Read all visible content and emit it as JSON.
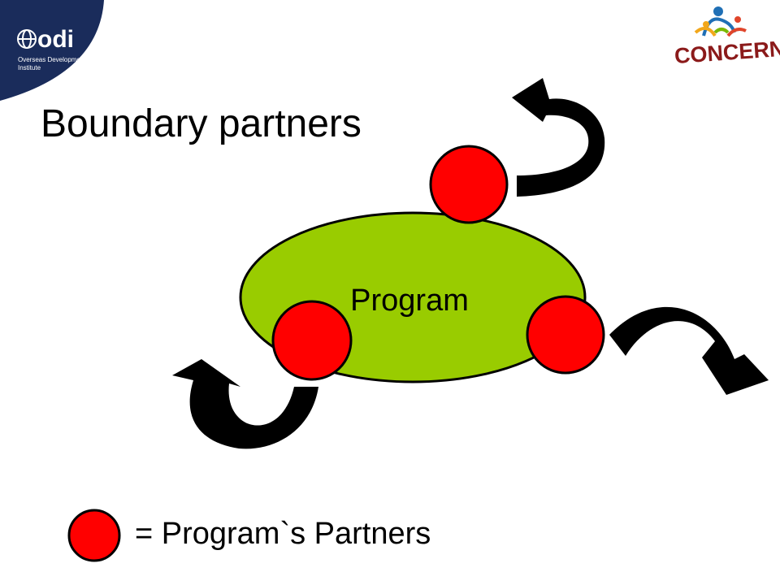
{
  "slide": {
    "title": "Boundary partners"
  },
  "odi_logo": {
    "mark": "odi",
    "line1": "Overseas Development",
    "line2": "Institute",
    "color": "#1a2c5b"
  },
  "concern_logo": {
    "text": "CONCERN",
    "color": "#8b1a1a"
  },
  "diagram": {
    "center_label": "Program",
    "center_color": "#99cc00",
    "partner_color": "#ff0000",
    "arrow_color": "#000000"
  },
  "legend": {
    "label": "= Program`s Partners"
  }
}
